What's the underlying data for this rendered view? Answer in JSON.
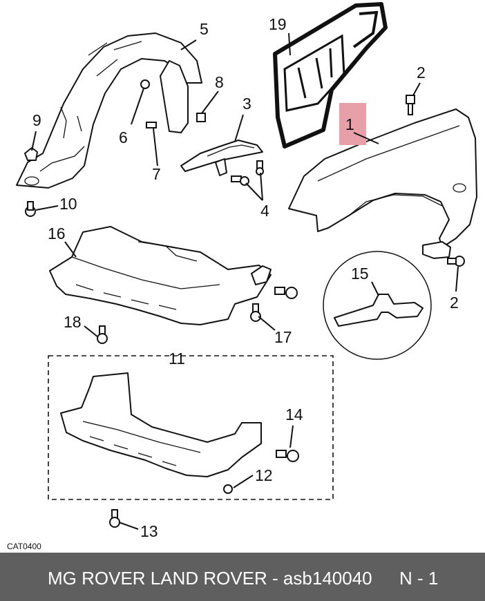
{
  "diagram": {
    "callouts": {
      "c1": "1",
      "c2a": "2",
      "c2b": "2",
      "c3": "3",
      "c4": "4",
      "c5": "5",
      "c6": "6",
      "c7": "7",
      "c8": "8",
      "c9": "9",
      "c10": "10",
      "c11": "11",
      "c12": "12",
      "c13": "13",
      "c14": "14",
      "c15": "15",
      "c16": "16",
      "c17": "17",
      "c18": "18",
      "c19": "19"
    },
    "reference_code": "CAT0400",
    "highlight_color": "#e8a0a8"
  },
  "footer": {
    "brand_text": "MG ROVER LAND ROVER - asb140040",
    "page_text": "N - 1",
    "background_color": "#5f5f5f"
  }
}
